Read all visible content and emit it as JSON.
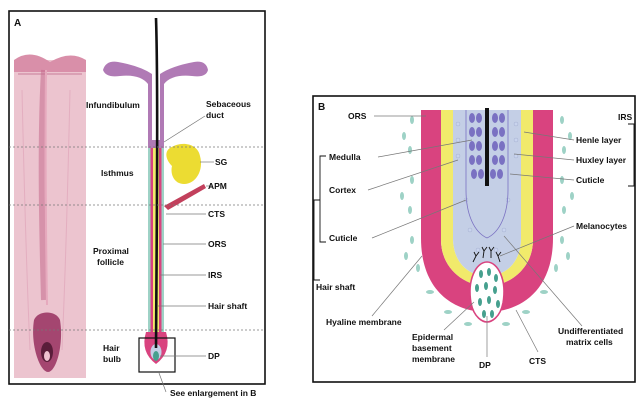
{
  "panel_a": {
    "letter": "A",
    "labels": {
      "infundibulum": "Infundibulum",
      "sebaceous_duct_1": "Sebaceous",
      "sebaceous_duct_2": "duct",
      "isthmus": "Isthmus",
      "sg": "SG",
      "apm": "APM",
      "cts": "CTS",
      "proximal_follicle_1": "Proximal",
      "proximal_follicle_2": "follicle",
      "ors": "ORS",
      "irs": "IRS",
      "hair_shaft": "Hair shaft",
      "hair_bulb_1": "Hair",
      "hair_bulb_2": "bulb",
      "dp": "DP",
      "see_enlargement": "See enlargement in B"
    }
  },
  "panel_b": {
    "letter": "B",
    "labels": {
      "ors": "ORS",
      "irs": "IRS",
      "henle_layer": "Henle layer",
      "medulla": "Medulla",
      "huxley_layer": "Huxley layer",
      "cortex": "Cortex",
      "cuticle_right": "Cuticle",
      "melanocytes": "Melanocytes",
      "cuticle_left": "Cuticle",
      "hair_shaft": "Hair shaft",
      "hyaline_membrane": "Hyaline membrane",
      "epidermal_1": "Epidermal",
      "epidermal_2": "basement",
      "epidermal_3": "membrane",
      "dp": "DP",
      "cts": "CTS",
      "undiff_1": "Undifferentiated",
      "undiff_2": "matrix cells"
    }
  },
  "colors": {
    "frame": "#111111",
    "ors": "#d9437f",
    "irs": "#f1ea6b",
    "shaft": "#111111",
    "cts_cells": "#9ed2c6",
    "matrix": "#c4cfe6",
    "medulla_cells": "#7a71c2",
    "dp_cells": "#46a08e",
    "histology_bg": "#ecc4cf",
    "histology_dark": "#9c3a62",
    "infundibulum": "#b07ab5",
    "sg": "#ecdc32",
    "apm": "#c2405c",
    "guide_line": "#777777"
  }
}
